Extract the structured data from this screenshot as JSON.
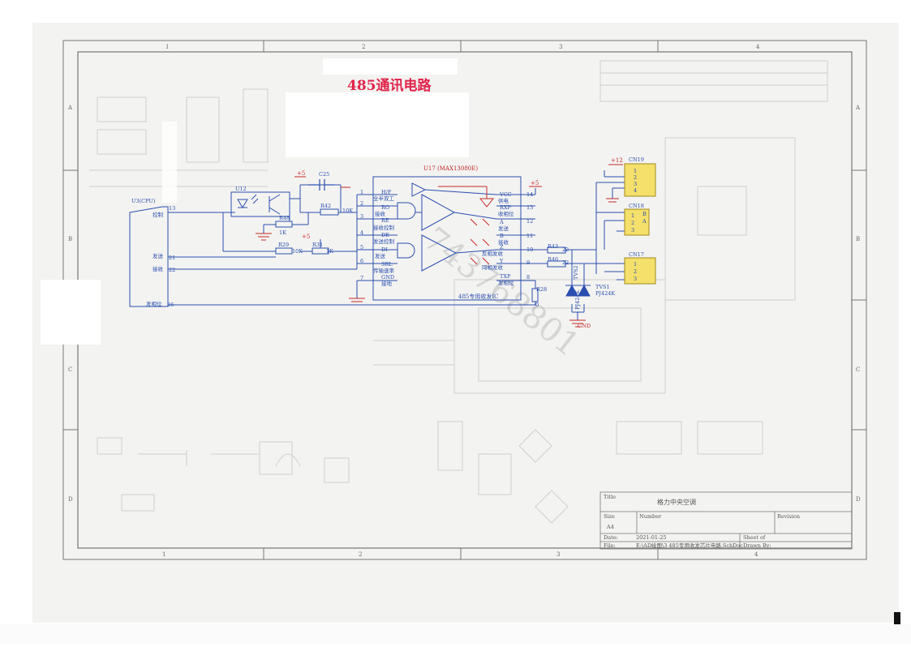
{
  "colors": {
    "paper": "#f3f3f1",
    "frame": "#777777",
    "wire": "#2b4fb0",
    "title_red": "#e0244c",
    "part_red": "#c62828",
    "connector_fill": "#f4e06a",
    "ghost": "#c9c9c9"
  },
  "sheet_title": "485通讯电路",
  "grid": {
    "columns": [
      "1",
      "2",
      "3",
      "4"
    ],
    "rows": [
      "A",
      "B",
      "C",
      "D"
    ]
  },
  "ic": {
    "ref": "U17 (MAX13080E)",
    "caption": "485专用收发IC",
    "left_pins": [
      {
        "num": "1",
        "name": "H/F",
        "cn": "全半双工"
      },
      {
        "num": "2",
        "name": "RO",
        "cn": "接收"
      },
      {
        "num": "3",
        "name": "RE",
        "cn": "接收控制"
      },
      {
        "num": "4",
        "name": "DE",
        "cn": "发送控制"
      },
      {
        "num": "5",
        "name": "DI",
        "cn": "发送"
      },
      {
        "num": "6",
        "name": "SRL",
        "cn": "传输速率"
      },
      {
        "num": "7",
        "name": "GND",
        "cn": "接地"
      }
    ],
    "right_pins": [
      {
        "num": "14",
        "name": "VCC",
        "cn": "供电"
      },
      {
        "num": "13",
        "name": "RXP",
        "cn": "收相位"
      },
      {
        "num": "12",
        "name": "A",
        "cn": "发送"
      },
      {
        "num": "11",
        "name": "B",
        "cn": "接收"
      },
      {
        "num": "10",
        "name": "Z",
        "cn": "反相发收"
      },
      {
        "num": "9",
        "name": "Y",
        "cn": "同相发收"
      },
      {
        "num": "8",
        "name": "TXP",
        "cn": "发相位"
      }
    ]
  },
  "cpu": {
    "ref": "U3(CPU)",
    "pins": [
      {
        "label": "控制",
        "num": "13"
      },
      {
        "label": "发送",
        "num": "21"
      },
      {
        "label": "接收",
        "num": "22"
      },
      {
        "label": "发相位",
        "num": "26"
      }
    ]
  },
  "parts": {
    "opto": "U12",
    "cap": "C25",
    "r42": "R42",
    "r42v": "10K",
    "r48": "R48",
    "r48v": "1K",
    "r29": "R29",
    "r29v": "10K",
    "r31": "R31",
    "r31v": "1K",
    "r43": "R43",
    "r43v": "22",
    "r46": "R46",
    "r46v": "22",
    "r28": "R28",
    "r28v": "0",
    "tvs2": "TVS2",
    "tvs2v": "PJ424K",
    "tvs1": "TVS1",
    "tvs1v": "PJ424K",
    "gnd": "GND",
    "plus5": "+5",
    "plus12": "+12"
  },
  "connectors": [
    {
      "ref": "CN19",
      "pins": [
        "1",
        "2",
        "3",
        "4"
      ]
    },
    {
      "ref": "CN18",
      "pins": [
        "1",
        "2",
        "3"
      ],
      "extra": [
        "B",
        "A"
      ]
    },
    {
      "ref": "CN17",
      "pins": [
        "1",
        "2",
        "3"
      ]
    }
  ],
  "title_block": {
    "title_label": "Title",
    "title": "格力中央空调",
    "size_label": "Size",
    "size": "A4",
    "number_label": "Number",
    "revision_label": "Revision",
    "date_label": "Date:",
    "date": "2021-01-25",
    "file_label": "File:",
    "file": "E:\\AD绘图\\3 485专用收发芯片电路.SchDoc",
    "sheet_label": "Sheet   of",
    "drawn_label": "Drawn By:"
  },
  "watermark": "743768801"
}
